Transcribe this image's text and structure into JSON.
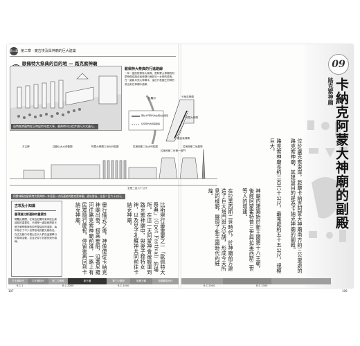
{
  "left_page": {
    "chapter_badge": "第二章",
    "running_header": "第二章 · 實古埃及與神廟的巨大建築",
    "section_title": "歐佩特大祭典的目的地 — 路克索神廟",
    "illustration_caption": "幼特謝濟薩特從王時起的年度大事。最典時刊以從步遊行方式進行。",
    "route_note_title": "歐佩特大祭典的行進路線",
    "route_note_text": "一年一度的歐佩特大祭典，是阿蒙大神廟的阿蒙神像從路克索神廟行進到另一女神的祭典。在一處新月亮大神廟中，這位代表國王的神的會出來在神廟中過節。",
    "map_labels": {
      "nile": "尼羅河",
      "karnak": "卡納克神廟",
      "amun": "阿蒙大神廟",
      "luxor": "路克索神廟",
      "route1": "圖拉卡門時代的去程也是路徑",
      "route2": "任何時代的回程陸路"
    },
    "elevation_labels": [
      "方尖碑",
      "亞歷山大大帝聖殿",
      "阿蒙大神廟三世大列柱廳",
      "拉美西斯二世大列柱廳",
      "拉美西斯二世第一塔門",
      "拉美西斯二世庭院"
    ],
    "dimension_label": "全長二百六十公尺",
    "figure_caption": "阿蒙神廟在歐佩特大祭典的一年見面一次所連結的路克索神廟。遺址發長，全長二百六十公尺。",
    "sidebar": {
      "tag": "古埃及小知識",
      "title": "重現道比斯遺跡的重要性",
      "body": "開羅近期間，在埃及尼羅河東岸底比斯遺跡的重要性，已經是一處能夠把新王國王朝神殿與信仰完整保存的遺跡，每年吸引了不少世界各地的觀光客前往。在古文獻中可看出古代人們在這裡舉行的祭典活動，並且記錄了壯觀的遊行路線。"
    },
    "column1": "比斯舉行最重要之一「歐佩特大祭典」（Opet Festival）的場所。在這一天阿蒙神會被搬運到路克索神廟中，與妻子穆特女神，以及兒子孔蘇神共同前往卡納克神廟。",
    "column2": "舉行儀式之後，神像便從卡納克神廟出發，搭乘聖船，沿著尼羅河往路克索神廟前進，一路上有民眾隨行慶祝，停留後再回到卡納克神廟。",
    "page_number": "107",
    "timeline": [
      "古王國時代",
      "中王國時代",
      "第二中間期",
      "新王國",
      "第三中間期",
      "後期王朝",
      "希臘羅馬時代"
    ],
    "timeline_years": [
      "B.C.1",
      "B.C.2000",
      "B.C.1000"
    ]
  },
  "right_page": {
    "chapter_number": "09",
    "subtitle": "路克索神廟",
    "title": "卡納克阿蒙大神廟的副殿",
    "column1": "位於盧克索東岸，距離卡納克阿蒙大神廟南方約三公里處的路克索神廟，其建設目的是為卡納克神廟的副殿。",
    "column2": "路克索神廟長約二百六十公尺，最寬處約五十五公尺，規模巨大。",
    "column3": "神廟的建築始於新王國第十八王朝，後經阿蒙霍特普三世與拉美西斯二世等人的增建。",
    "column4": "在拉美西斯二世時代，於神廟前方建造了巨大塔門與方尖碑，形成今天所見的樣貌，展現了新王國時代的輝煌。",
    "page_number": "106",
    "timeline_years": [
      "B.C.2000",
      "B.C.1000"
    ]
  }
}
